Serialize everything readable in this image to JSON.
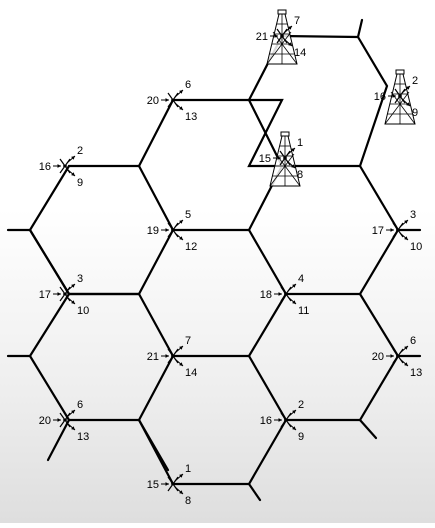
{
  "sites": [
    {
      "id": "site-top",
      "left": "21",
      "up": "7",
      "down": "14",
      "tower": true
    },
    {
      "id": "site-top-right",
      "left": "16",
      "up": "2",
      "down": "9",
      "tower": true
    },
    {
      "id": "site-upper-middle",
      "left": "20",
      "up": "6",
      "down": "13",
      "tower": false
    },
    {
      "id": "site-center-upper",
      "left": "15",
      "up": "1",
      "down": "8",
      "tower": true
    },
    {
      "id": "site-left-upper",
      "left": "16",
      "up": "2",
      "down": "9",
      "tower": false
    },
    {
      "id": "site-center",
      "left": "19",
      "up": "5",
      "down": "12",
      "tower": false
    },
    {
      "id": "site-right-upper",
      "left": "17",
      "up": "3",
      "down": "10",
      "tower": false
    },
    {
      "id": "site-left-middle",
      "left": "17",
      "up": "3",
      "down": "10",
      "tower": false
    },
    {
      "id": "site-center-right",
      "left": "18",
      "up": "4",
      "down": "11",
      "tower": false
    },
    {
      "id": "site-lower-middle",
      "left": "21",
      "up": "7",
      "down": "14",
      "tower": false
    },
    {
      "id": "site-right-lower",
      "left": "20",
      "up": "6",
      "down": "13",
      "tower": false
    },
    {
      "id": "site-left-lower",
      "left": "20",
      "up": "6",
      "down": "13",
      "tower": false
    },
    {
      "id": "site-center-lower",
      "left": "16",
      "up": "2",
      "down": "9",
      "tower": false
    },
    {
      "id": "site-bottom",
      "left": "15",
      "up": "1",
      "down": "8",
      "tower": false
    }
  ]
}
